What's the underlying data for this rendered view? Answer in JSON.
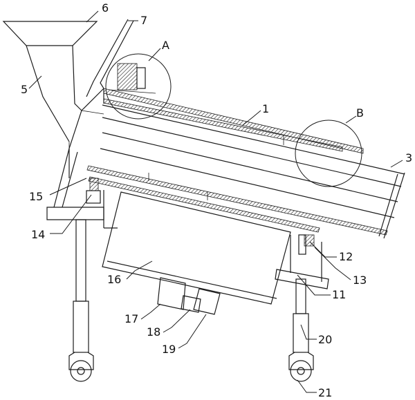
{
  "labels": {
    "n1": "1",
    "n3": "3",
    "n5": "5",
    "n6": "6",
    "n7": "7",
    "n11": "11",
    "n12": "12",
    "n13": "13",
    "n14": "14",
    "n15": "15",
    "n16": "16",
    "n17": "17",
    "n18": "18",
    "n19": "19",
    "n20": "20",
    "n21": "21",
    "detailA": "A",
    "detailB": "B"
  }
}
